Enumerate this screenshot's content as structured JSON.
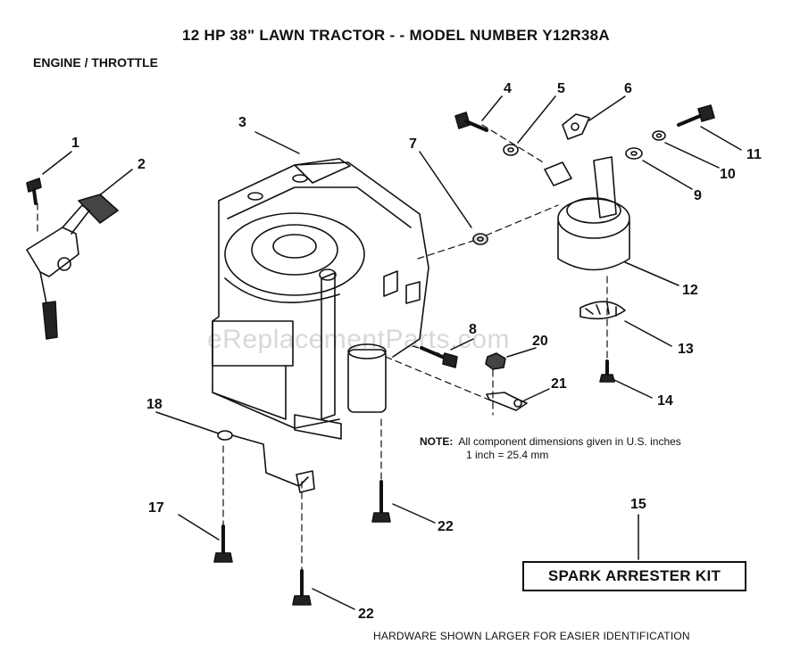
{
  "title": "12 HP 38\" LAWN TRACTOR - - MODEL NUMBER Y12R38A",
  "subtitle": "ENGINE / THROTTLE",
  "watermark": "eReplacementParts.com",
  "note": {
    "label": "NOTE:",
    "line1": "All component dimensions given in U.S. inches",
    "line2": "1 inch = 25.4 mm"
  },
  "kit_label": "SPARK ARRESTER KIT",
  "footer": "HARDWARE SHOWN LARGER FOR EASIER IDENTIFICATION",
  "callouts": {
    "c1": "1",
    "c2": "2",
    "c3": "3",
    "c4": "4",
    "c5": "5",
    "c6": "6",
    "c7": "7",
    "c8": "8",
    "c9": "9",
    "c10": "10",
    "c11": "11",
    "c12": "12",
    "c13": "13",
    "c14": "14",
    "c15": "15",
    "c17": "17",
    "c18": "18",
    "c20": "20",
    "c21": "21",
    "c22a": "22",
    "c22b": "22"
  }
}
